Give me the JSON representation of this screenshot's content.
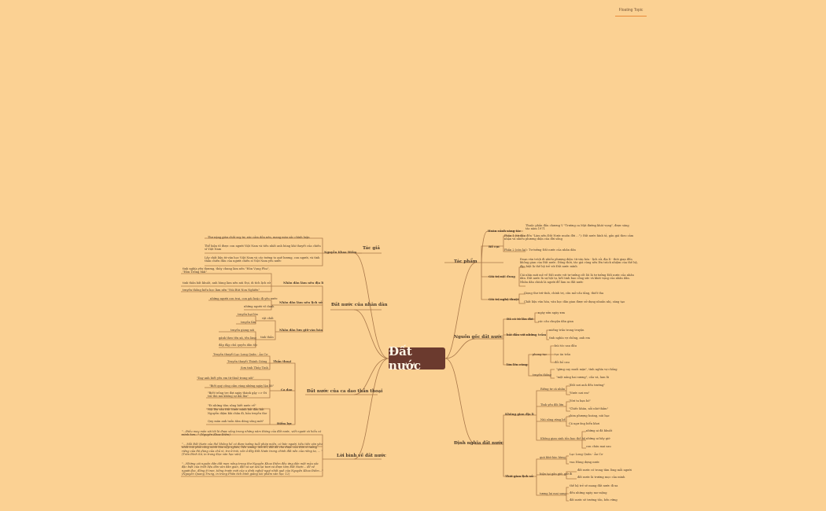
{
  "floating_topic": "Floating Topic",
  "root": "Đất nước",
  "b1": {
    "title": "Tác phẩm",
    "hc": "Hoàn cảnh sáng tác",
    "hc1": "Thuộc phần đầu chương V \"Trường ca Mặt đường khát vọng\", được sáng tác năm 1971",
    "bc": "Bố cục",
    "bc1": "Phần 1 (từ đầu đến \"Làm nên Đất Nước muôn đời ...\"): Đất nước hình tả, gắn giá theo cảm nhận và nhiều phương diện của đời sống",
    "bc2": "Phần 2 (còn lại): Tư tưởng Đất nước của nhân dân",
    "gt": "Giá trị nội dung",
    "gt1": "Đoạn văn trích đi nhiều phương diện: từ văn hóa - lịch sử, địa lí - thời gian đến không gian của Đất nước. Đồng thời, tác giả cũng nêu lên trách nhiệm của thế hệ, đặc biệt là thế hệ trẻ với Đất nước mình",
    "gt2": "Cái nhìn mới mẻ về Đất nước với tư tưởng cốt lõi là tư tưởng Đất nước của nhân dân. Đất nước là sự hội tụ, kết tinh bao công sức và khát vọng của nhân dân. Nhân dân chính là người để làm ra đất nước",
    "nt": "Giá trị nghệ thuật",
    "nt1": "Giọng thơ trữ tình, chính trị, câu mở cấu tầng, thiết tha",
    "nt2": "Chất liệu văn hóa, văn học dân gian được sử dụng nhuần nhị, sáng tạo"
  },
  "b2": {
    "title": "Nguồn gốc đất nước",
    "a": "Đã có từ lâu đời",
    "a1": "ngày xửa ngày xưa",
    "a2": "các câu chuyện dân gian",
    "b": "bắt đầu với những trầm",
    "b1": "miếng trầu trong truyện",
    "b2": "tình nghĩa vợ chồng, anh em",
    "c": "lớn lên cùng",
    "c1": "phong tục",
    "c11": "búi tóc sau đầu",
    "c12": "tục ăn trầu",
    "c13": "đồi bỏ cau",
    "c2": "truyền thống",
    "c21": "\"gừng cay muối mặn\", tình nghĩa vợ chồng",
    "c22": "\"một nắng hai sương\", cấu và, lam lũ"
  },
  "b3": {
    "title": "Định nghĩa đất nước",
    "kg": "Không gian địa lí",
    "kg1": "Riêng tư cá nhân",
    "kg11": "\"Đất nơi anh đến trường\"",
    "kg12": "\"Nước nơi em\"",
    "kg2": "Tình yêu đôi lứa",
    "kg21": "\"Nơi ta hẹn hò\"",
    "kg22": "\"Chiếc khăn, nỗi nhớ thầm\"",
    "kg3": "Núi sông rừng bể",
    "kg31": "chim phượng hoàng, núi bạc",
    "kg32": "Cá ngư ông biển khơi",
    "kg4": "Không gian sinh tồn bao thế hệ",
    "kg41": "những ai đã khuất",
    "kg42": "những ai bây giờ",
    "kg43": "con cháu mai sau",
    "tg": "Thời gian lịch sử",
    "tg1": "quá khứ hào hùng",
    "tg11": "Lạc Long Quân - Âu Cơ",
    "tg12": "vua Hùng dựng nước",
    "tg2": "hiện tại gắn giữ, giữ đi",
    "tg21": "đất nước có trong tâm lòng mỗi người",
    "tg22": "đất nước là trường mọc của mình",
    "tg3": "tương lai mai sang",
    "tg31": "thế hệ trẻ sẽ mang đất nước đi xa",
    "tg32": "đến những ngày mơ mộng",
    "tg33": "đất nước sẽ trường tồn, bền vững"
  },
  "l1": {
    "title": "Tác giả",
    "name": "Nguyễn Khoa Điềm",
    "n1": "Thơ nặng giàu chất suy tư, xúc cảm dồn nén, mang màu sắc chính luận",
    "n2": "Thể hiện tố được con người Việt Nam và tiếu nhất anh hùng khi thuyết của chiến sĩ Việt Nam",
    "n3": "Lấy chất liệu từ văn học Việt Nam và các tướng to quê hương, con người, và tình thần chiến đấu của người chiến sĩ Việt Nam yêu nước"
  },
  "l2": {
    "title": "Đất nước của nhân dân",
    "dd": "Nhân dân làm nên địa lí",
    "dd1": "tình nghĩa yêu thương, thủy chung làm nên \"Hòn Vọng Phu\", \"Hòn Trống Mái\"",
    "dd2": "tinh thần bất khuất, anh hùng làm nên núi Đọi, di tích lịch sử",
    "dd3": "truyền thống hiếu học làm nên \"Núi Bút Non Nghiên\"",
    "ls": "Nhân dân làm nên lịch sử",
    "ls1": "những người con trai, con gái hoặc đi yêu nước",
    "ls2": "những người vô danh",
    "vh": "Nhân dân lưu giữ văn hóa",
    "vh1": "vật chất",
    "vh11": "truyền hạt lúa",
    "vh12": "truyền lửa",
    "vh2": "tinh thần",
    "vh21": "truyền giọng nói",
    "vh22": "gánh theo tên xã, tên làng",
    "vh23": "đắp đập chủ quyền dân tộc"
  },
  "l3": {
    "title": "Đất nước của ca dao thần thoại",
    "tt": "Thần thoại",
    "tt1": "Truyền thuyết Lạc Long Quân - Âu Cơ",
    "tt2": "Truyền thuyết Thánh Gióng",
    "tt3": "Sơn tinh Thủy Tinh",
    "cd": "Ca dao",
    "cd1": "\"Dạy anh biết yêu em từ thuở trong nôi\"",
    "cd2": "\"Biết quý công cầm vàng những ngày lặn lội\"",
    "cd3": "\"Biết trồng tre đợi ngày thành gậy => Đi trả thù mà không sợ dài lâu\"",
    "dc": "Điểm lực",
    "dc1": "\"Đi những tôm sông biết nước về\"",
    "dc2": "Nội lên văn Đất Nước mình bắt đầu bắt",
    "dc3": "Nguyễn diệm khi chân đi, bản truyền thơ",
    "dc4": "Quy mãn anh tuồn tâm dòng sông mới\""
  },
  "l4": {
    "title": "Lời bình về đất nước",
    "q1": "\"...Điều may mắn với tôi là được sống trong những năm tháng của đất nước, viết người và hiểu có mình hơn...\" (Nguyễn Khoa Điềm)",
    "q2": "\"... Mỗi Đất Nước của thế không hề có được tưởng tuổi pháp miền, có bức người, tiếu tiến văn yêu nhất trái phải công mình hòa nộp nghèo, liền vương. Mà thì, đất đã cho được của thời vì tưởng riêng của thì dùng của chủ vì, trơ ở trái, vốn ở đây Đất Nước trong chính đất nền của riêng ta, ... \" (Trần Đình Sử, in trong Đọc văn học văn)",
    "q3": "\"...Những cái nguồn dân dất mẹn nồng trong thơ Nguyễn Khoa Điềm đều ứng dần một mảu sắc đặc biệt của triết liệu dân văn dân gian, đất và sợi sáu lại tươi và được tâm Đất Nước... để về người đọc, đồng ít trực, tiếng trước mới của u dinh nghiệ ngọt nhất quê của Nguyễn Khoa Điềm...\" (Nguyễn Quang Trung, in trong Phân tích bình giảng tác phẩm văn học 12)"
  }
}
